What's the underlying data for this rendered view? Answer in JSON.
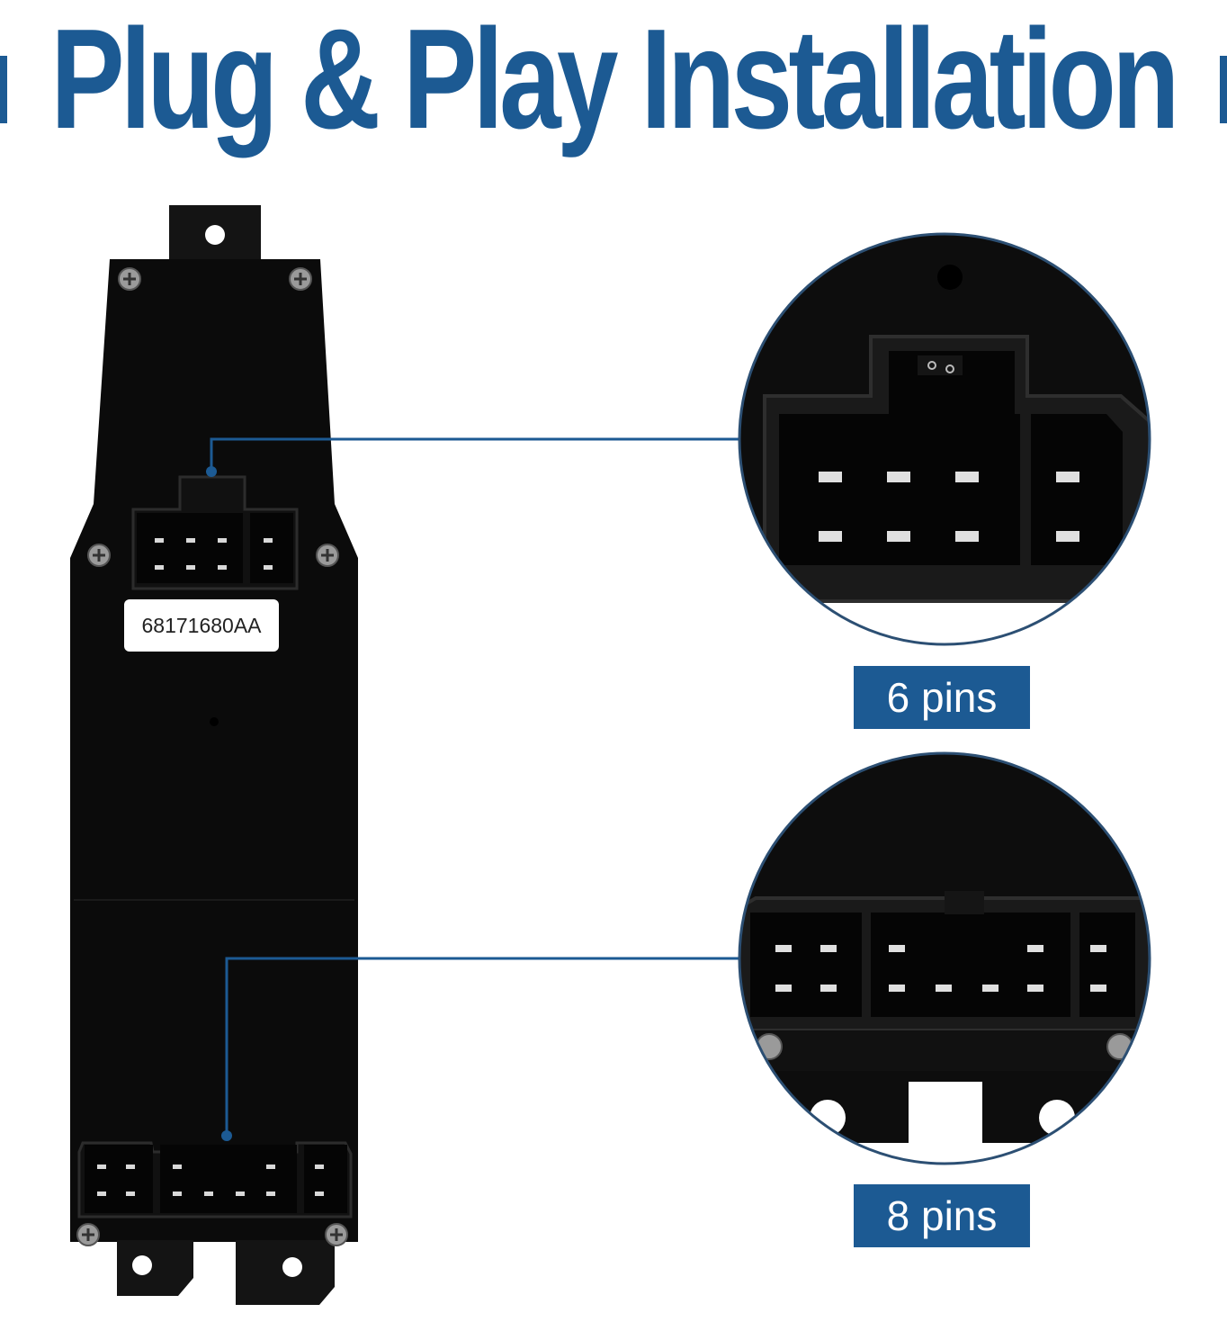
{
  "title": "Plug & Play Installation",
  "part_number": "68171680AA",
  "callouts": {
    "top": "6 pins",
    "bottom": "8 pins"
  },
  "colors": {
    "brand_blue": "#1c5a93",
    "part_black": "#0b0b0b"
  }
}
